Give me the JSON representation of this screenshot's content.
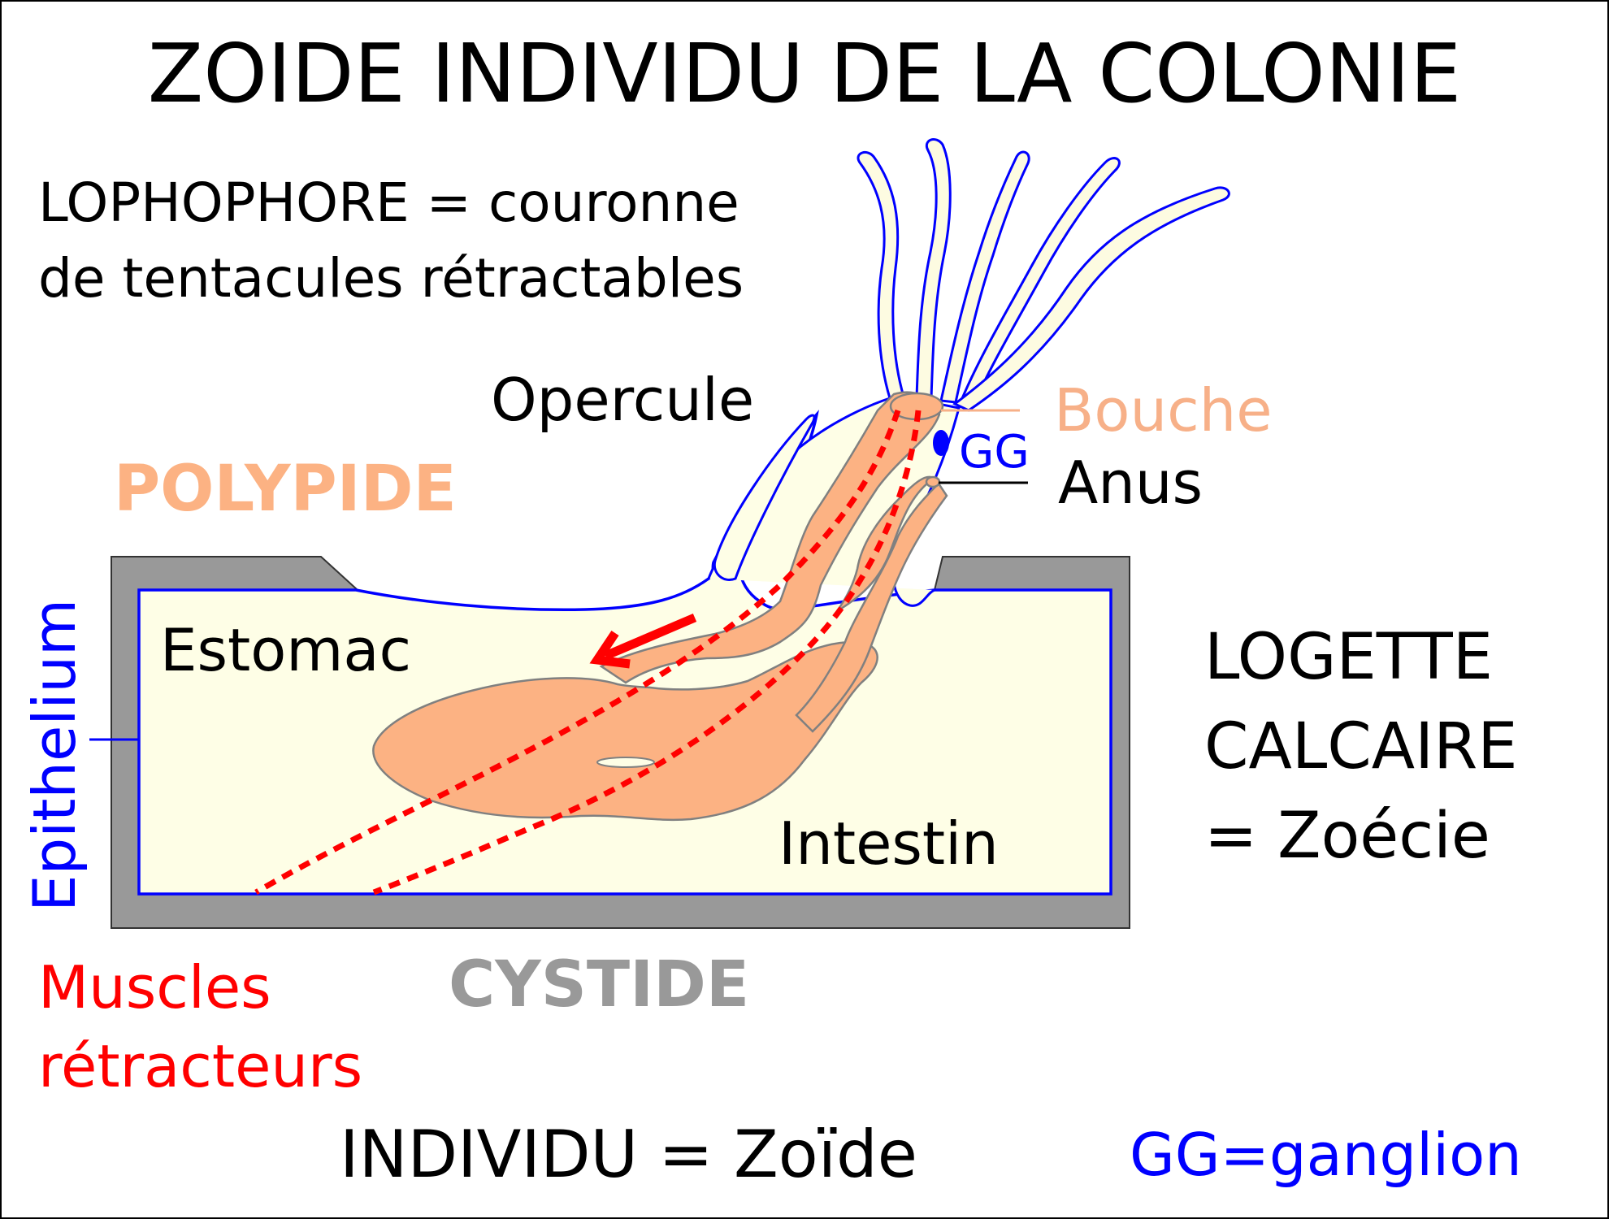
{
  "title": "ZOIDE INDIVIDU DE LA COLONIE",
  "labels": {
    "lophophore_line1": "LOPHOPHORE = couronne",
    "lophophore_line2": "de tentacules rétractables",
    "opercule": "Opercule",
    "bouche": "Bouche",
    "gg": "GG",
    "anus": "Anus",
    "polypide": "POLYPIDE",
    "estomac": "Estomac",
    "epithelium": "Epithelium",
    "intestin": "Intestin",
    "logette_line1": "LOGETTE",
    "logette_line2": "CALCAIRE",
    "logette_line3": "= Zoécie",
    "muscles_line1": "Muscles",
    "muscles_line2": "rétracteurs",
    "cystide": "CYSTIDE",
    "individu": "INDIVIDU = Zoïde",
    "gg_legend": "GG=ganglion"
  },
  "colors": {
    "calcaire": "#999999",
    "epithelium": "#0000ff",
    "cavite": "#fefee6",
    "polypide": "#fcb283",
    "polypide_outline": "#808080",
    "muscle": "#ff0000",
    "bouche": "#f7b088",
    "cystide": "#999999",
    "text": "#000000"
  }
}
